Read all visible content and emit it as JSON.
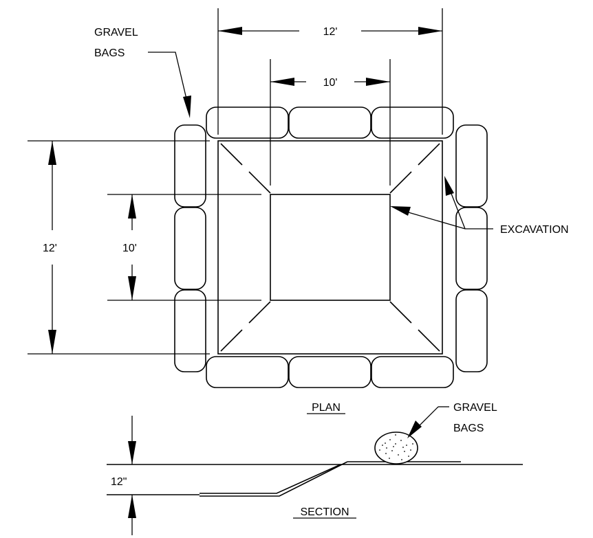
{
  "labels": {
    "gravel_bags_top_line1": "GRAVEL",
    "gravel_bags_top_line2": "BAGS",
    "dim_width_outer": "12'",
    "dim_width_inner": "10'",
    "dim_height_outer": "12'",
    "dim_height_inner": "10'",
    "excavation": "EXCAVATION",
    "plan": "PLAN",
    "gravel_bags_section_line1": "GRAVEL",
    "gravel_bags_section_line2": "BAGS",
    "depth": "12\"",
    "section": "SECTION"
  }
}
